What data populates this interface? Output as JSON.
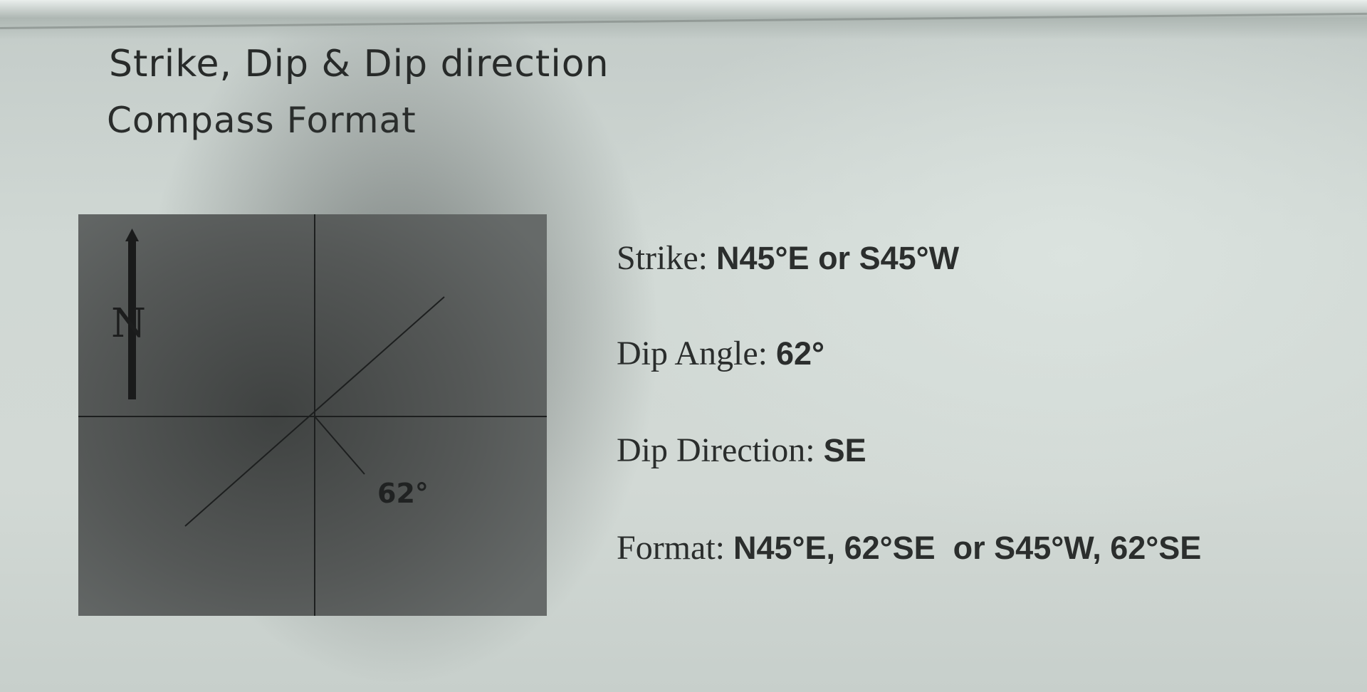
{
  "slide": {
    "title": "Strike, Dip & Dip direction",
    "subtitle": "Compass Format"
  },
  "diagram": {
    "north_label": "N",
    "dip_label": "62°"
  },
  "info": {
    "strike": {
      "label": "Strike:",
      "value": "N45°E or S45°W"
    },
    "dip_angle": {
      "label": "Dip Angle:",
      "value": "62°"
    },
    "dip_direction": {
      "label": "Dip Direction:",
      "value": "SE"
    },
    "format": {
      "label": "Format:",
      "value": "N45°E, 62°SE  or S45°W, 62°SE"
    }
  }
}
